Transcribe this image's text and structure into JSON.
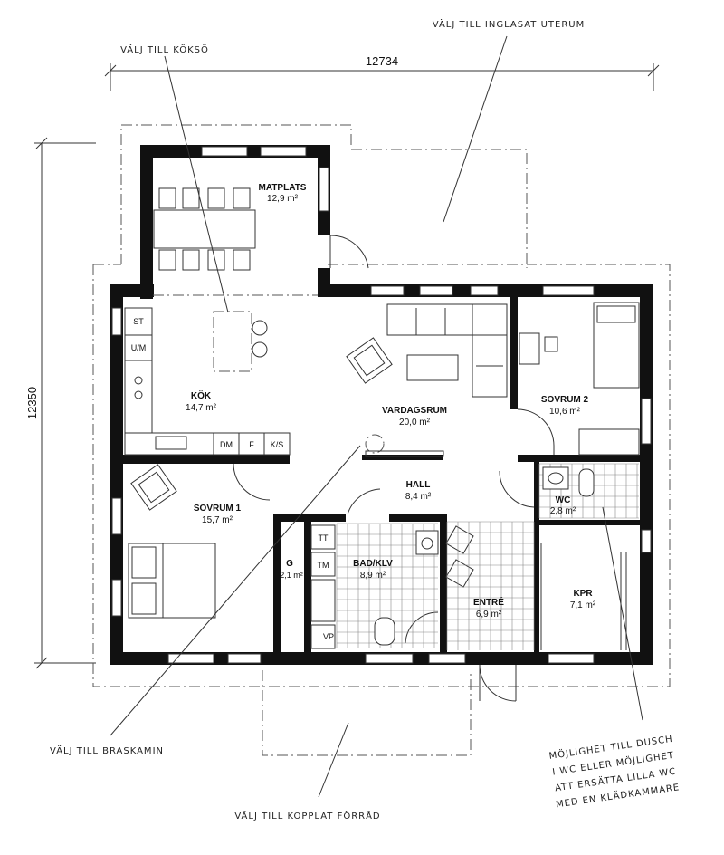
{
  "dimensions": {
    "width": "12734",
    "height": "12350"
  },
  "rooms": {
    "matplats": {
      "name": "MATPLATS",
      "area": "12,9 m²"
    },
    "kok": {
      "name": "KÖK",
      "area": "14,7 m²"
    },
    "vardagsrum": {
      "name": "VARDAGSRUM",
      "area": "20,0 m²"
    },
    "sovrum2": {
      "name": "SOVRUM 2",
      "area": "10,6 m²"
    },
    "sovrum1": {
      "name": "SOVRUM 1",
      "area": "15,7 m²"
    },
    "hall": {
      "name": "HALL",
      "area": "8,4 m²"
    },
    "wc": {
      "name": "WC",
      "area": "2,8 m²"
    },
    "g": {
      "name": "G",
      "area": "2,1 m²"
    },
    "badklv": {
      "name": "BAD/KLV",
      "area": "8,9 m²"
    },
    "entre": {
      "name": "ENTRÉ",
      "area": "6,9 m²"
    },
    "kpr": {
      "name": "KPR",
      "area": "7,1 m²"
    }
  },
  "fixtures": {
    "st": "ST",
    "um": "U/M",
    "dm": "DM",
    "f": "F",
    "ks": "K/S",
    "tt": "TT",
    "tm": "TM",
    "vp": "VP"
  },
  "notes": {
    "uterum": "VÄLJ TILL INGLASAT UTERUM",
    "koksö": "VÄLJ TILL KÖKSÖ",
    "braskamin": "VÄLJ TILL BRASKAMIN",
    "forrad": "VÄLJ TILL KOPPLAT FÖRRÅD",
    "dusch_line1": "MÖJLIGHET TILL DUSCH",
    "dusch_line2": "I WC ELLER MÖJLIGHET",
    "dusch_line3": "ATT ERSÄTTA LILLA WC",
    "dusch_line4": "MED EN KLÄDKAMMARE"
  }
}
